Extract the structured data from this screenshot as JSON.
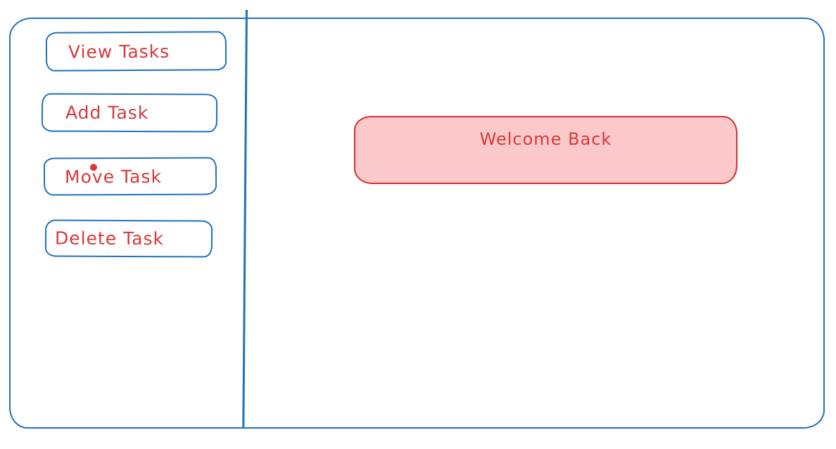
{
  "colors": {
    "frame_blue": "#1f72bd",
    "text_red": "#d63a3a",
    "banner_fill": "#fbc9c9",
    "banner_border": "#d23232"
  },
  "sidebar": {
    "buttons": [
      {
        "label": "View Tasks"
      },
      {
        "label": "Add Task"
      },
      {
        "label": "Move Task"
      },
      {
        "label": "Delete Task"
      }
    ]
  },
  "main": {
    "welcome_banner": {
      "label": "Welcome Back"
    }
  }
}
